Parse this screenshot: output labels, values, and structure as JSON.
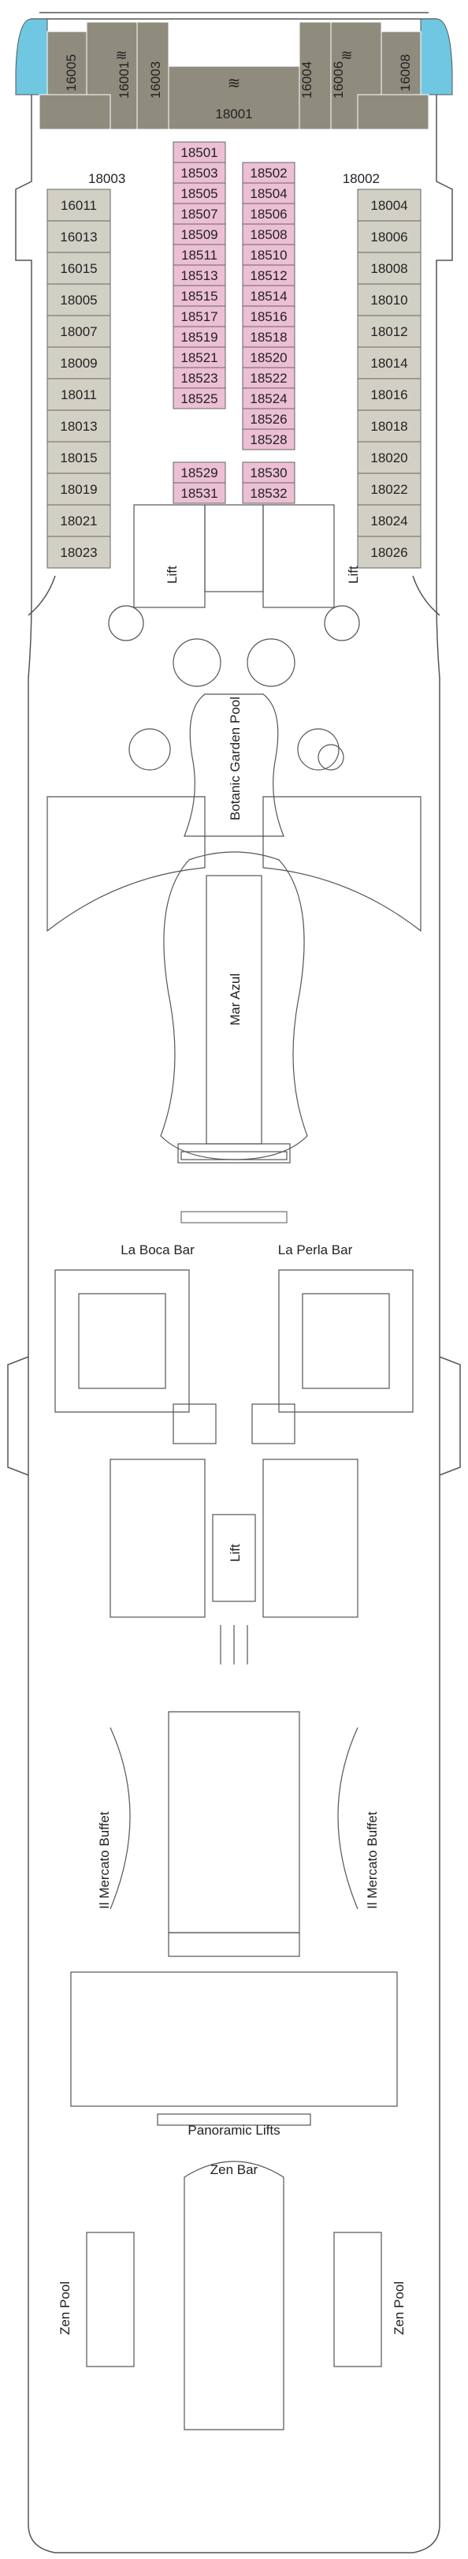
{
  "colors": {
    "suite": "#8f8c7e",
    "cabin": "#d2d0c4",
    "inside": "#ecbfd5",
    "pool_glass": "#6fc7e2",
    "line": "#555555"
  },
  "icons": [
    "wave-icon",
    "bed-icon",
    "accessible-icon",
    "connecting-icon",
    "h-icon"
  ],
  "bow": {
    "top_suite": "18001",
    "upper_suites": [
      {
        "num": "16001"
      },
      {
        "num": "16003"
      },
      {
        "num": "16004"
      },
      {
        "num": "16006"
      },
      {
        "num": "16005"
      },
      {
        "num": "16008"
      }
    ],
    "side_suites": [
      {
        "num": "18003"
      },
      {
        "num": "18002"
      }
    ]
  },
  "port_cabins": [
    "16011",
    "16013",
    "16015",
    "18005",
    "18007",
    "18009",
    "18011",
    "18013",
    "18015",
    "18019",
    "18021",
    "18023"
  ],
  "starboard_cabins": [
    "18004",
    "18006",
    "18008",
    "18010",
    "18012",
    "18014",
    "18016",
    "18018",
    "18020",
    "18022",
    "18024",
    "18026"
  ],
  "inside_port": [
    "18501",
    "18503",
    "18505",
    "18507",
    "18509",
    "18511",
    "18513",
    "18515",
    "18517",
    "18519",
    "18521",
    "18523",
    "18525"
  ],
  "inside_starboard": [
    "18502",
    "18504",
    "18506",
    "18508",
    "18510",
    "18512",
    "18514",
    "18516",
    "18518",
    "18520",
    "18522",
    "18524",
    "18526",
    "18528"
  ],
  "inside_lower_port": [
    "18529",
    "18531"
  ],
  "inside_lower_starboard": [
    "18530",
    "18532"
  ],
  "venues": {
    "lift_fwd": "Lift",
    "botanic_pool": "Botanic Garden Pool",
    "mar_azul": "Mar Azul",
    "la_boca": "La Boca Bar",
    "la_perla": "La Perla Bar",
    "lift_mid": "Lift",
    "buffet": "Il Mercato Buffet",
    "panoramic_lifts": "Panoramic Lifts",
    "zen_bar": "Zen Bar",
    "zen_pool": "Zen Pool"
  }
}
